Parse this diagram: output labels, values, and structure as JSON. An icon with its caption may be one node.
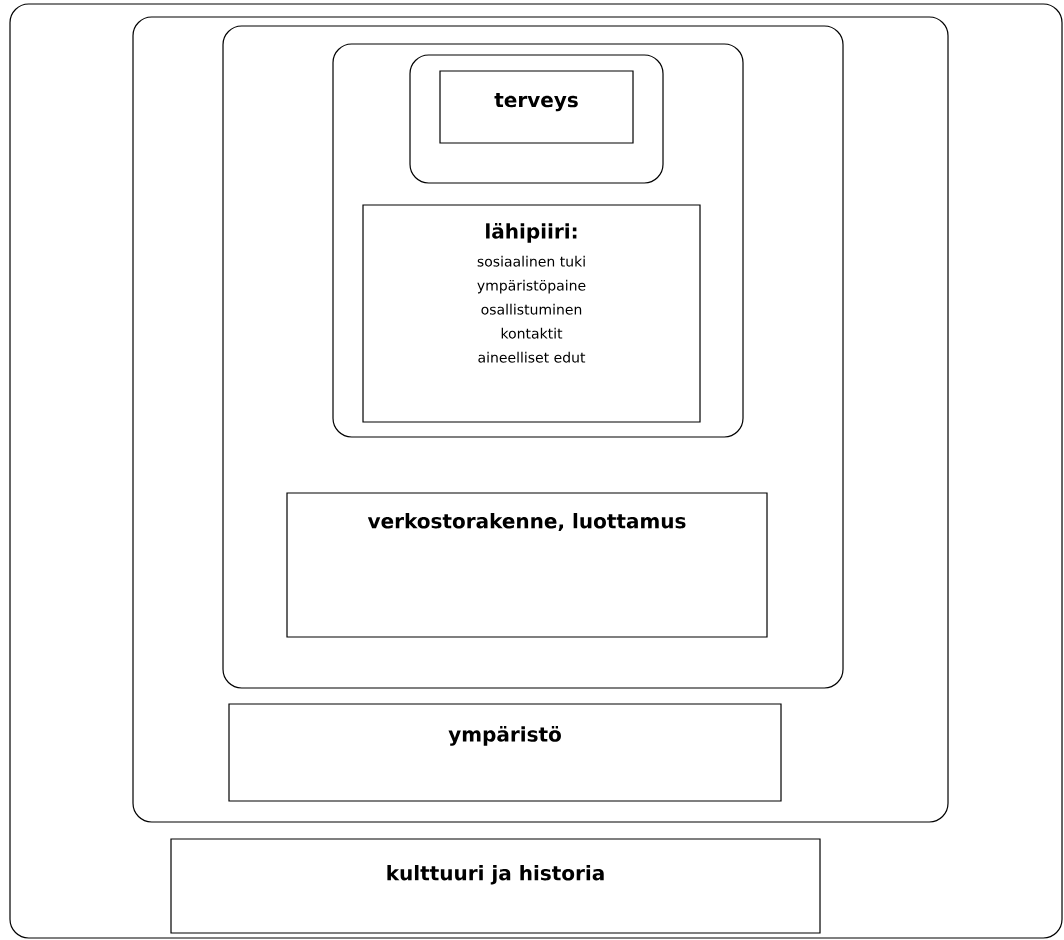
{
  "diagram": {
    "nodes": [
      {
        "text": [],
        "shape": "box"
      },
      {
        "text": [],
        "shape": "box",
        "in": 0
      },
      {
        "text": [],
        "shape": "box",
        "in": 1
      },
      {
        "text": [],
        "shape": "box",
        "in": 2
      },
      {
        "text": [],
        "shape": "box",
        "in": 3
      },
      {
        "text": [
          "terveys"
        ],
        "in": 4
      },
      {
        "text": [
          "lähipiiri:",
          "sosiaalinen tuki",
          "ympäristöpaine",
          "osallistuminen",
          "kontaktit",
          "aineelliset edut"
        ],
        "in": 3
      },
      {
        "text": [
          "verkostorakenne, luottamus"
        ],
        "in": 2
      },
      {
        "text": [
          "ympäristö"
        ],
        "in": 1
      },
      {
        "text": [
          "kulttuuri ja historia"
        ],
        "in": 0
      }
    ]
  }
}
